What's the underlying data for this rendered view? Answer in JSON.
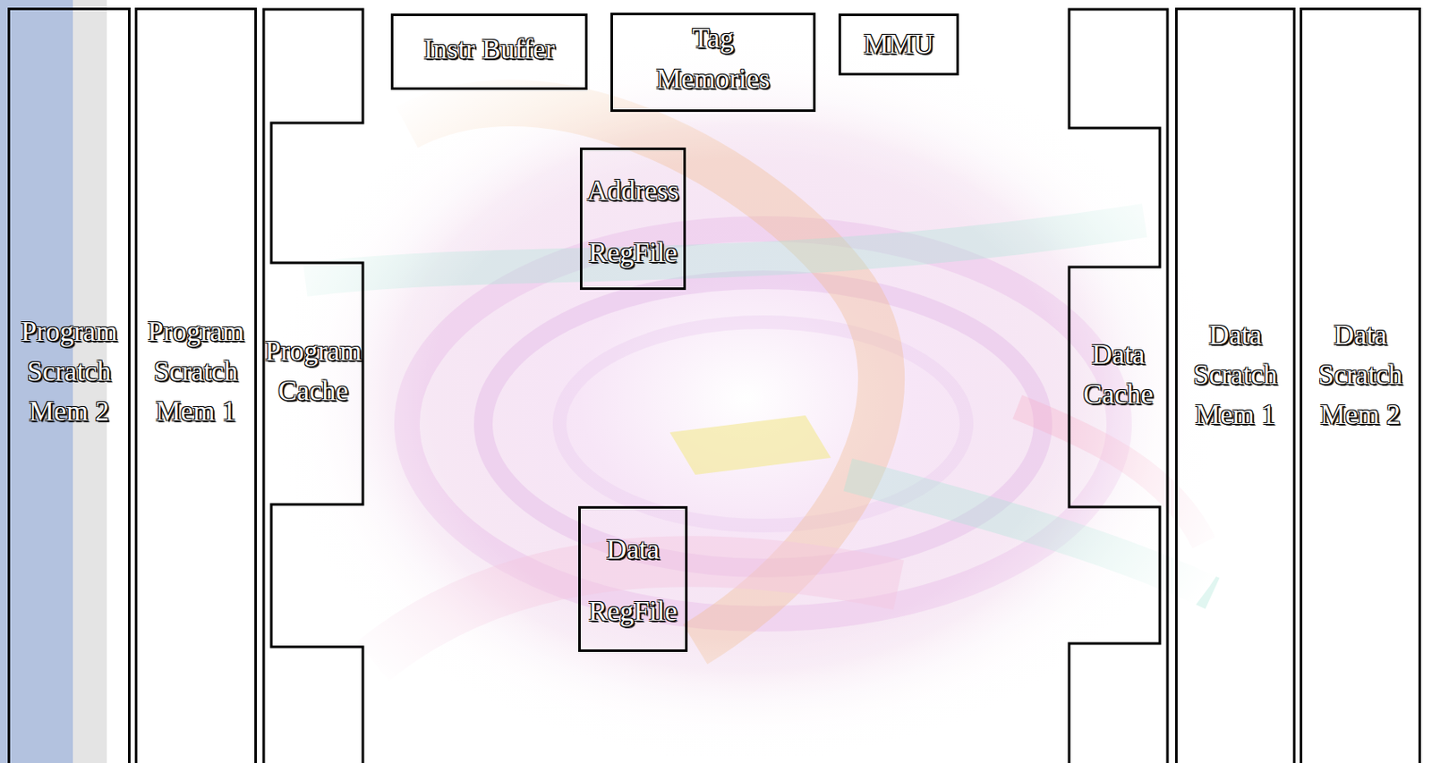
{
  "diagram": {
    "nodes": [
      {
        "text": [
          "Program Scratch Mem 2"
        ]
      },
      {
        "text": [
          "Program Scratch Mem 1"
        ]
      },
      {
        "text": [
          "Program Cache"
        ]
      },
      {
        "text": [
          "Instr Buffer"
        ]
      },
      {
        "text": [
          "Tag Memories"
        ]
      },
      {
        "text": [
          "MMU"
        ]
      },
      {
        "text": [
          "Address RegFile"
        ]
      },
      {
        "text": [
          "Data RegFile"
        ]
      },
      {
        "text": [
          "Data Cache"
        ]
      },
      {
        "text": [
          "Data Scratch Mem 1"
        ]
      },
      {
        "text": [
          "Data Scratch Mem 2"
        ]
      }
    ]
  }
}
